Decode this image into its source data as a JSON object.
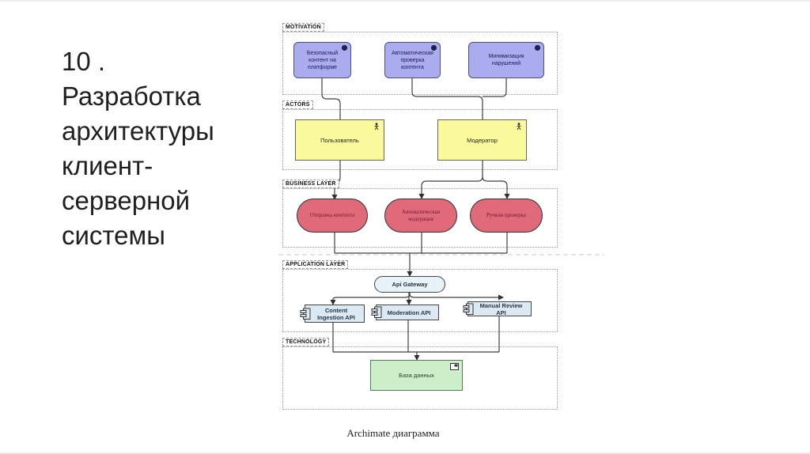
{
  "slide": {
    "title": "10 .\nРазработка\nархитектуры\nклиент-\nсерверной\nсистемы",
    "caption": "Archimate диаграмма"
  },
  "layers": [
    {
      "label": "MOTIVATION"
    },
    {
      "label": "ACTORS"
    },
    {
      "label": "BUSINESS LAYER"
    },
    {
      "label": "APPLICATION LAYER"
    },
    {
      "label": "TECHNOLOGY"
    }
  ],
  "nodes": {
    "goals": [
      {
        "label": "Безопасный контент на платформе"
      },
      {
        "label": "Автоматическая проверка контента"
      },
      {
        "label": "Минимизация нарушений"
      }
    ],
    "actors": [
      {
        "label": "Пользователь"
      },
      {
        "label": "Модератор"
      }
    ],
    "processes": [
      {
        "label": "Отправка контента"
      },
      {
        "label": "Автоматическая модерация"
      },
      {
        "label": "Ручная проверка"
      }
    ],
    "gateway": {
      "label": "Api Gateway"
    },
    "components": [
      {
        "label": "Content Ingestion API"
      },
      {
        "label": "Moderation API"
      },
      {
        "label": "Manual Review API"
      }
    ],
    "database": {
      "label": "База данных"
    }
  },
  "colors": {
    "goal_fill": "#ABABEF",
    "actor_fill": "#FBFB9D",
    "process_fill": "#E0697A",
    "gateway_fill": "#E8F3F8",
    "component_fill": "#DCE9F2",
    "database_fill": "#CDEFCA",
    "connector": "#404040"
  }
}
